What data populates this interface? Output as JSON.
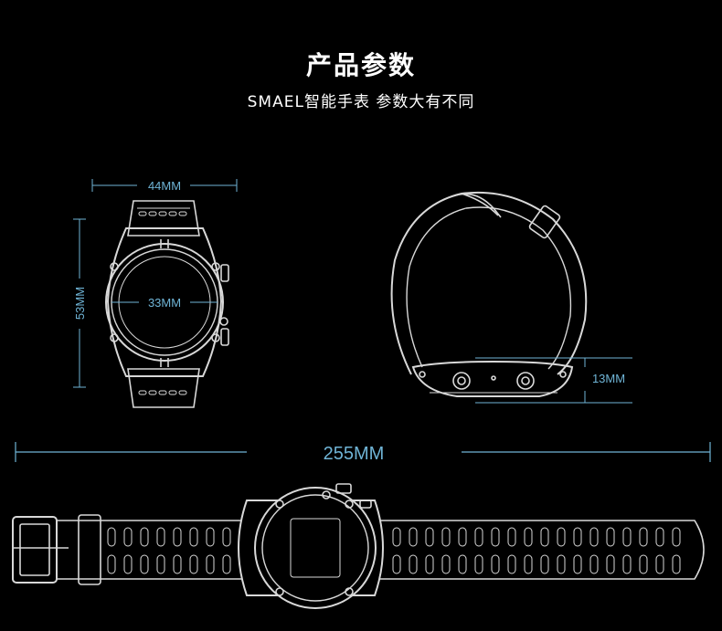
{
  "header": {
    "title": "产品参数",
    "subtitle": "SMAEL智能手表 参数大有不同"
  },
  "dimensions": {
    "case_width": "44MM",
    "case_height": "53MM",
    "screen_diameter": "33MM",
    "thickness": "13MM",
    "total_length": "255MM"
  },
  "colors": {
    "background": "#000000",
    "dimension_line": "#6fb4d6",
    "outline": "#d8d8d8"
  }
}
